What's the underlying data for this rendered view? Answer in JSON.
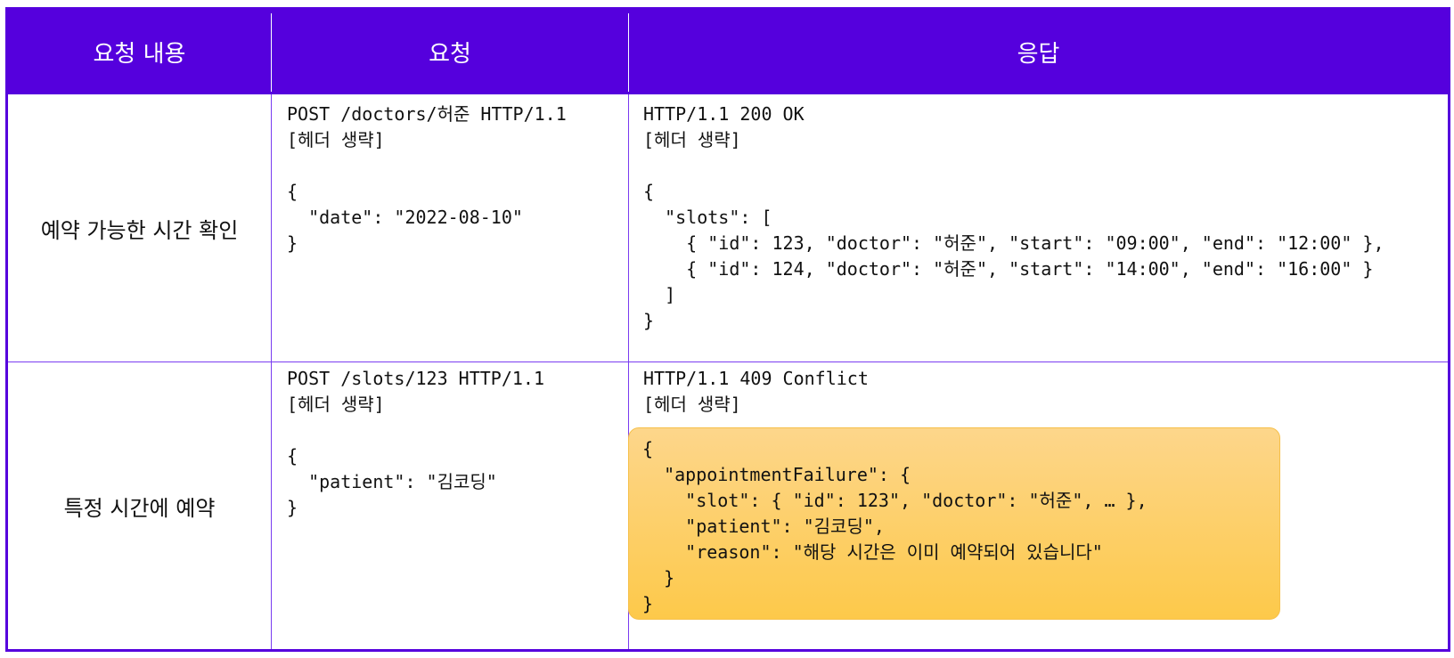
{
  "header": {
    "col1": "요청 내용",
    "col2": "요청",
    "col3": "응답"
  },
  "rows": [
    {
      "label": "예약 가능한 시간 확인",
      "request": "POST /doctors/허준 HTTP/1.1\n[헤더 생략]\n\n{\n  \"date\": \"2022-08-10\"\n}",
      "response": "HTTP/1.1 200 OK\n[헤더 생략]\n\n{\n  \"slots\": [\n    { \"id\": 123, \"doctor\": \"허준\", \"start\": \"09:00\", \"end\": \"12:00\" },\n    { \"id\": 124, \"doctor\": \"허준\", \"start\": \"14:00\", \"end\": \"16:00\" }\n  ]\n}"
    },
    {
      "label": "특정 시간에 예약",
      "request": "POST /slots/123 HTTP/1.1\n[헤더 생략]\n\n{\n  \"patient\": \"김코딩\"\n}",
      "response_head": "HTTP/1.1 409 Conflict\n[헤더 생략]",
      "response_body": "{\n  \"appointmentFailure\": {\n    \"slot\": { \"id\": 123\", \"doctor\": \"허준\", … },\n    \"patient\": \"김코딩\",\n    \"reason\": \"해당 시간은 이미 예약되어 있습니다\"\n  }\n}"
    }
  ],
  "colors": {
    "header_bg": "#5500dd",
    "grid_line": "#7a3cf0",
    "highlight": "#fdc94a"
  }
}
